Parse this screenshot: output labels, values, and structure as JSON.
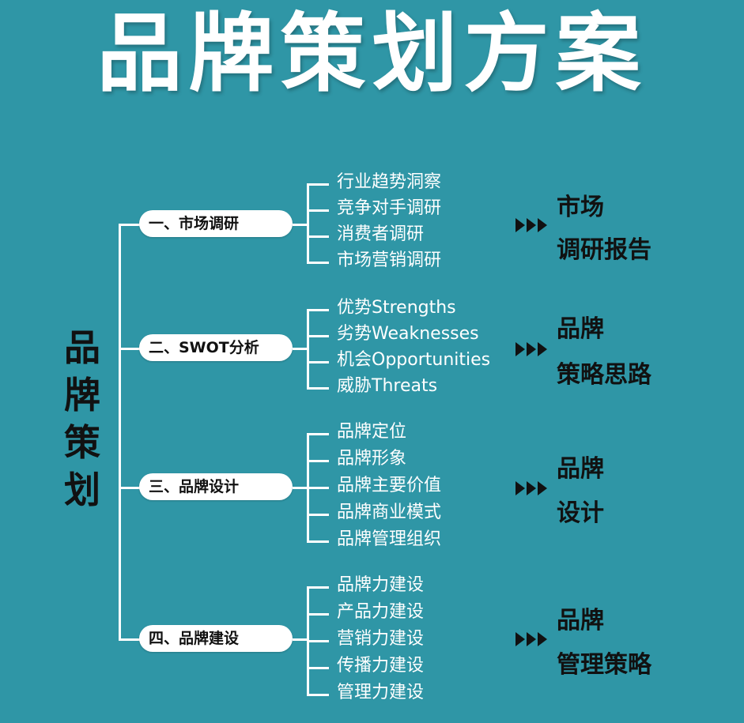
{
  "title": "品牌策划方案",
  "root": [
    "品",
    "牌",
    "策",
    "划"
  ],
  "colors": {
    "background": "#2f96a6",
    "line": "#ffffff",
    "pill": "#ffffff",
    "dark_text": "#111111"
  },
  "sections": [
    {
      "label": "一、市场调研",
      "items": [
        "行业趋势洞察",
        "竞争对手调研",
        "消费者调研",
        "市场营销调研"
      ],
      "outcome": [
        "市场",
        "调研报告"
      ]
    },
    {
      "label": "二、SWOT分析",
      "items": [
        "优势Strengths",
        "劣势Weaknesses",
        "机会Opportunities",
        "威胁Threats"
      ],
      "outcome": [
        "品牌",
        "策略思路"
      ]
    },
    {
      "label": "三、品牌设计",
      "items": [
        "品牌定位",
        "品牌形象",
        "品牌主要价值",
        "品牌商业模式",
        "品牌管理组织"
      ],
      "outcome": [
        "品牌",
        "设计"
      ]
    },
    {
      "label": "四、品牌建设",
      "items": [
        "品牌力建设",
        "产品力建设",
        "营销力建设",
        "传播力建设",
        "管理力建设"
      ],
      "outcome": [
        "品牌",
        "管理策略"
      ]
    }
  ],
  "icons": {
    "arrow": "triple-chevron-arrow-icon"
  }
}
